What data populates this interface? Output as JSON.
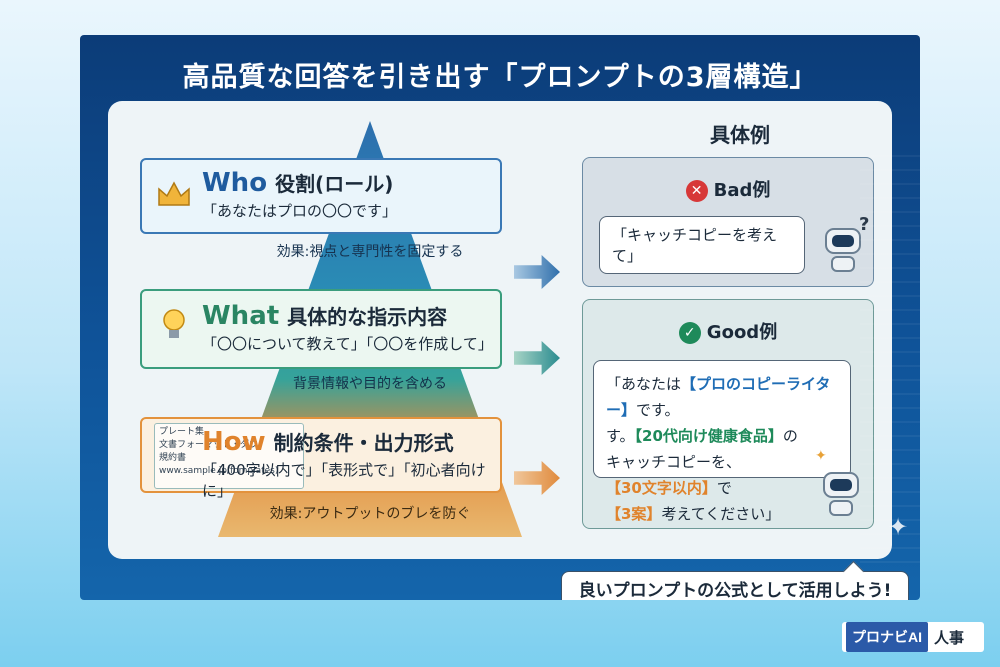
{
  "title": "高品質な回答を引き出す「プロンプトの3層構造」",
  "layers": {
    "who": {
      "en": "Who",
      "jp": "役割(ロール)",
      "example": "「あなたはプロの〇〇です」",
      "effect": "効果:視点と専門性を固定する"
    },
    "what": {
      "en": "What",
      "jp": "具体的な指示内容",
      "example": "「〇〇について教えて」「〇〇を作成して」",
      "effect": "背景情報や目的を含める"
    },
    "how": {
      "en": "How",
      "jp": "制約条件・出力形式",
      "example": "「400字以内で」「表形式で」「初心者向けに」",
      "effect": "効果:アウトプットのブレを防ぐ"
    }
  },
  "template_card": {
    "line1": "プレート集",
    "line2": "文書フォーマット・ダウ",
    "line3": "規約書",
    "url": "www.sample.jp/fomplates)"
  },
  "concrete_heading": "具体例",
  "bad": {
    "label": "Bad例",
    "prompt": "「キャッチコピーを考えて」",
    "question_mark": "?"
  },
  "good": {
    "label": "Good例",
    "p1": "「あなたは",
    "hl1": "【プロのコピーライター】",
    "p2": "です。",
    "p3": "す。",
    "hl2": "【20代向け健康食品】",
    "p4": "の",
    "p5": "キャッチコピーを、",
    "hl3": "【30文字以内】",
    "p6": "で",
    "hl4": "【3案】",
    "p7": "考えてください」"
  },
  "cta": "良いプロンプトの公式として活用しよう!",
  "logo": {
    "brand": "プロナビAI",
    "suffix": "人事"
  },
  "icons": {
    "who": "crown-icon",
    "what": "lightbulb-icon",
    "how": "checklist-icon"
  },
  "colors": {
    "who": "#1f5b9e",
    "what": "#2a8563",
    "how": "#e0832c",
    "bad": "#d73838",
    "good": "#1e8a5a"
  }
}
